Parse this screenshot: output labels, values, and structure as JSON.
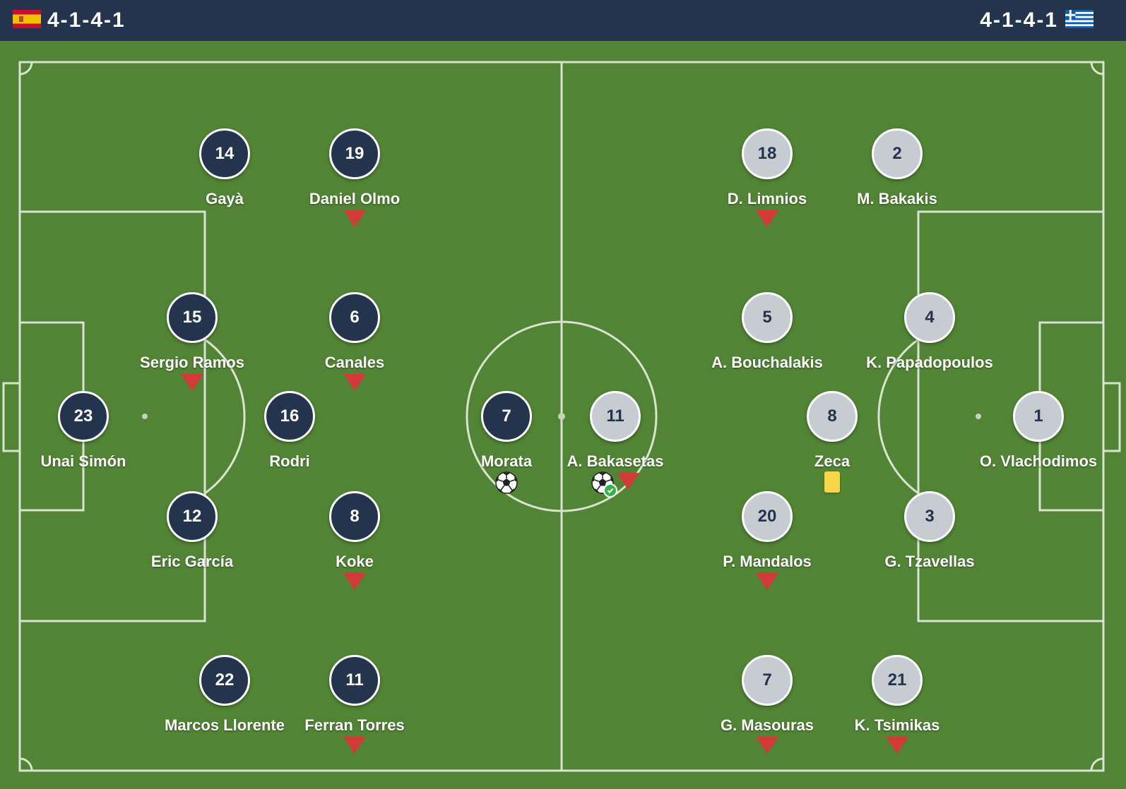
{
  "home": {
    "formation": "4-1-4-1",
    "flag_colors": {
      "red": "#c8102e",
      "yellow": "#f1bf00"
    },
    "players": [
      {
        "number": "23",
        "name": "Unai Simón",
        "events": []
      },
      {
        "number": "15",
        "name": "Sergio Ramos",
        "events": [
          "sub-off"
        ]
      },
      {
        "number": "12",
        "name": "Eric García",
        "events": []
      },
      {
        "number": "14",
        "name": "Gayà",
        "events": []
      },
      {
        "number": "22",
        "name": "Marcos Llorente",
        "events": []
      },
      {
        "number": "16",
        "name": "Rodri",
        "events": []
      },
      {
        "number": "19",
        "name": "Daniel Olmo",
        "events": [
          "sub-off"
        ]
      },
      {
        "number": "6",
        "name": "Canales",
        "events": [
          "sub-off"
        ]
      },
      {
        "number": "8",
        "name": "Koke",
        "events": [
          "sub-off"
        ]
      },
      {
        "number": "11",
        "name": "Ferran Torres",
        "events": [
          "sub-off"
        ]
      },
      {
        "number": "7",
        "name": "Morata",
        "events": [
          "goal"
        ]
      }
    ]
  },
  "away": {
    "formation": "4-1-4-1",
    "flag_colors": {
      "blue": "#0d5eaf",
      "white": "#ffffff"
    },
    "players": [
      {
        "number": "1",
        "name": "O. Vlachodimos",
        "events": []
      },
      {
        "number": "4",
        "name": "K. Papadopoulos",
        "events": []
      },
      {
        "number": "3",
        "name": "G. Tzavellas",
        "events": []
      },
      {
        "number": "2",
        "name": "M. Bakakis",
        "events": []
      },
      {
        "number": "21",
        "name": "K. Tsimikas",
        "events": [
          "sub-off"
        ]
      },
      {
        "number": "8",
        "name": "Zeca",
        "events": [
          "yellow-card"
        ]
      },
      {
        "number": "18",
        "name": "D. Limnios",
        "events": [
          "sub-off"
        ]
      },
      {
        "number": "5",
        "name": "A. Bouchalakis",
        "events": []
      },
      {
        "number": "20",
        "name": "P. Mandalos",
        "events": [
          "sub-off"
        ]
      },
      {
        "number": "7",
        "name": "G. Masouras",
        "events": [
          "sub-off"
        ]
      },
      {
        "number": "11",
        "name": "A. Bakasetas",
        "events": [
          "goal-penalty",
          "sub-off"
        ]
      }
    ]
  },
  "colors": {
    "pitch": "#518434",
    "lines": "#d9e3d2",
    "header": "#25344d",
    "home_circle": "#25344d",
    "away_circle": "#c7ccd3",
    "sub_arrow": "#d33b3b",
    "yellow_card": "#f7d548"
  }
}
